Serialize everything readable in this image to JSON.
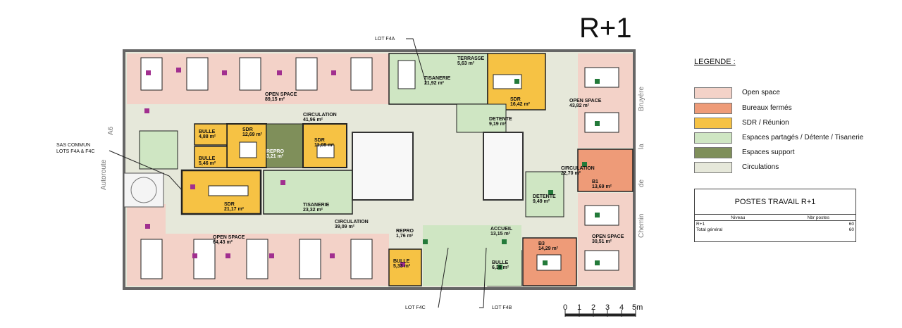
{
  "level_title": "R+1",
  "legend": {
    "title": "LEGENDE :",
    "items": [
      {
        "label": "Open space",
        "color": "#f3d2c8"
      },
      {
        "label": "Bureaux fermés",
        "color": "#ee9b78"
      },
      {
        "label": "SDR / Réunion",
        "color": "#f6c244"
      },
      {
        "label": "Espaces partagés / Détente / Tisanerie",
        "color": "#cfe6c3"
      },
      {
        "label": "Espaces support",
        "color": "#7f8f5a"
      },
      {
        "label": "Circulations",
        "color": "#e6e8da"
      }
    ]
  },
  "postes_table": {
    "title": "POSTES TRAVAIL R+1",
    "headers": [
      "Niveau",
      "Nbr postes"
    ],
    "rows": [
      {
        "niveau": "R+1",
        "nbr": "60"
      },
      {
        "niveau": "Total général",
        "nbr": "60"
      }
    ]
  },
  "lots": {
    "f4a": "LOT F4A",
    "f4c": "LOT F4C",
    "f4b": "LOT F4B",
    "sas_line1": "SAS COMMUN",
    "sas_line2": "LOTS F4A & F4C"
  },
  "streets": {
    "autoroute": "Autoroute",
    "a6": "A6",
    "chemin": "Chemin",
    "de": "de",
    "la": "la",
    "bruyere": "Bruyère"
  },
  "scale": {
    "labels": [
      "0",
      "1",
      "2",
      "3",
      "4",
      "5m"
    ]
  },
  "rooms": [
    {
      "name": "OPEN SPACE",
      "area": "89,15 m²"
    },
    {
      "name": "CIRCULATION",
      "area": "41,96 m²"
    },
    {
      "name": "TISANERIE",
      "area": "21,92 m²"
    },
    {
      "name": "TERRASSE",
      "area": "5,63 m²"
    },
    {
      "name": "SDR",
      "area": "16,42 m²"
    },
    {
      "name": "OPEN SPACE",
      "area": "43,82 m²"
    },
    {
      "name": "DETENTE",
      "area": "9,19 m²"
    },
    {
      "name": "SDR",
      "area": "12,69 m²"
    },
    {
      "name": "SDR",
      "area": "11,08 m²"
    },
    {
      "name": "REPRO",
      "area": "3,21 m²"
    },
    {
      "name": "BULLE",
      "area": "4,88 m²"
    },
    {
      "name": "BULLE",
      "area": "5,46 m²"
    },
    {
      "name": "SDR",
      "area": "21,17 m²"
    },
    {
      "name": "TISANERIE",
      "area": "23,32 m²"
    },
    {
      "name": "CIRCULATION",
      "area": "39,09 m²"
    },
    {
      "name": "OPEN SPACE",
      "area": "64,43 m²"
    },
    {
      "name": "REPRO",
      "area": "1,76 m²"
    },
    {
      "name": "BULLE",
      "area": "5,33 m²"
    },
    {
      "name": "ACCUEIL",
      "area": "13,15 m²"
    },
    {
      "name": "B3",
      "area": "14,29 m²"
    },
    {
      "name": "OPEN SPACE",
      "area": "30,51 m²"
    },
    {
      "name": "B1",
      "area": "13,69 m²"
    },
    {
      "name": "CIRCULATION",
      "area": "22,70 m²"
    },
    {
      "name": "BULLE",
      "area": "6,39 m²"
    },
    {
      "name": "DETENTE",
      "area": "9,49 m²"
    }
  ]
}
